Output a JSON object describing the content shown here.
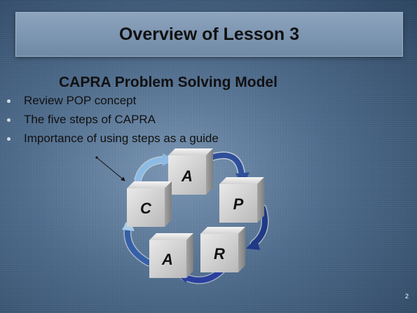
{
  "slide": {
    "title": "Overview of Lesson 3",
    "subtitle": "CAPRA Problem Solving Model",
    "bullets": [
      "Review POP concept",
      "The five steps of CAPRA",
      "Importance of using steps as a guide"
    ],
    "page_number": "2"
  },
  "diagram": {
    "cubes": [
      "A",
      "P",
      "R",
      "A",
      "C"
    ],
    "arrow_colors": [
      "#2f4f9a",
      "#1f3a86",
      "#2a3f9e",
      "#355fa7",
      "#8bbbe4"
    ]
  }
}
